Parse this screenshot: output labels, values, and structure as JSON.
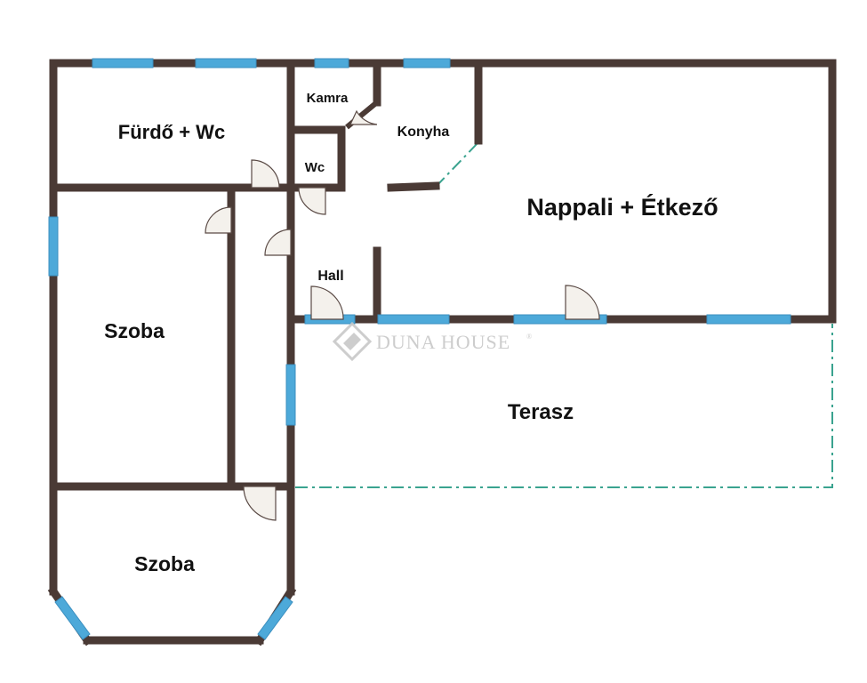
{
  "colors": {
    "wall": "#4a3a35",
    "window": "#4da9d9",
    "window_edge": "#3b8fc0",
    "terrace_line": "#3aa38f",
    "door_fill": "#f4f1ec",
    "door_stroke": "#5a4a45",
    "watermark": "#c8c8c8",
    "label": "#111111"
  },
  "rooms": {
    "furdo_wc": "Fürdő + Wc",
    "kamra": "Kamra",
    "konyha": "Konyha",
    "wc": "Wc",
    "nappali": "Nappali + Étkező",
    "hall": "Hall",
    "szoba_1": "Szoba",
    "szoba_2": "Szoba",
    "terasz": "Terasz"
  },
  "watermark": {
    "text": "DUNA HOUSE",
    "mark": "®"
  }
}
